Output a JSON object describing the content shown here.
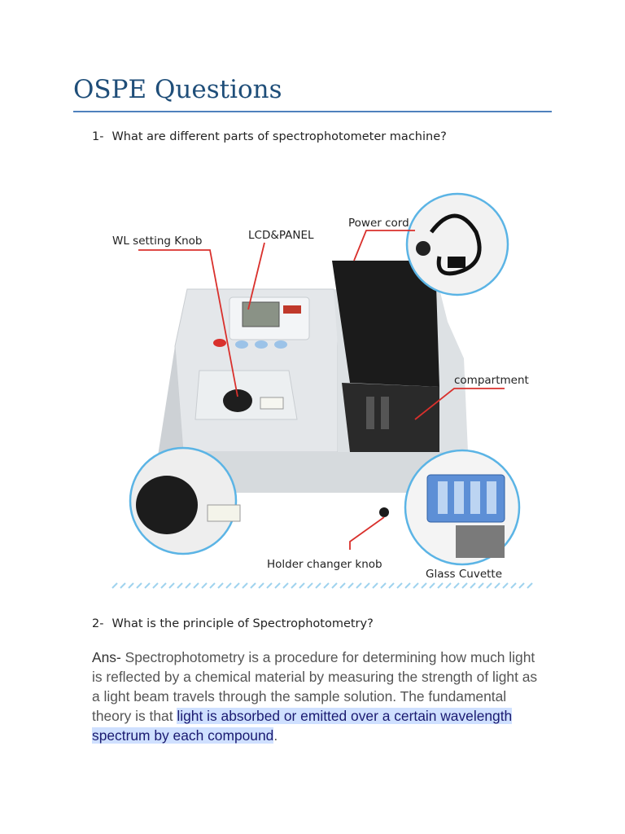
{
  "doc": {
    "title": "OSPE Questions",
    "q1": {
      "number": "1-",
      "text": "What are different parts of spectrophotometer machine?"
    },
    "q2": {
      "number": "2-",
      "text": "What is the principle of Spectrophotometry?"
    },
    "answer": {
      "prefix": "Ans-",
      "text_before": " Spectrophotometry is a procedure for determining how much light is reflected by a chemical material by measuring the strength of light as a light beam travels through the sample solution. The fundamental theory is that ",
      "highlight": "light is absorbed or emitted over a certain wavelength spectrum by each compound",
      "text_after": "."
    }
  },
  "figure": {
    "labels": {
      "wl_knob": "WL setting Knob",
      "lcd": "LCD&PANEL",
      "power": "Power cord",
      "compartment": "compartment",
      "holder": "Holder changer knob",
      "cuvette": "Glass Cuvette"
    },
    "colors": {
      "pointer": "#d9302c",
      "circle_border": "#5bb4e5",
      "hatch": "#9fd3ee"
    }
  }
}
